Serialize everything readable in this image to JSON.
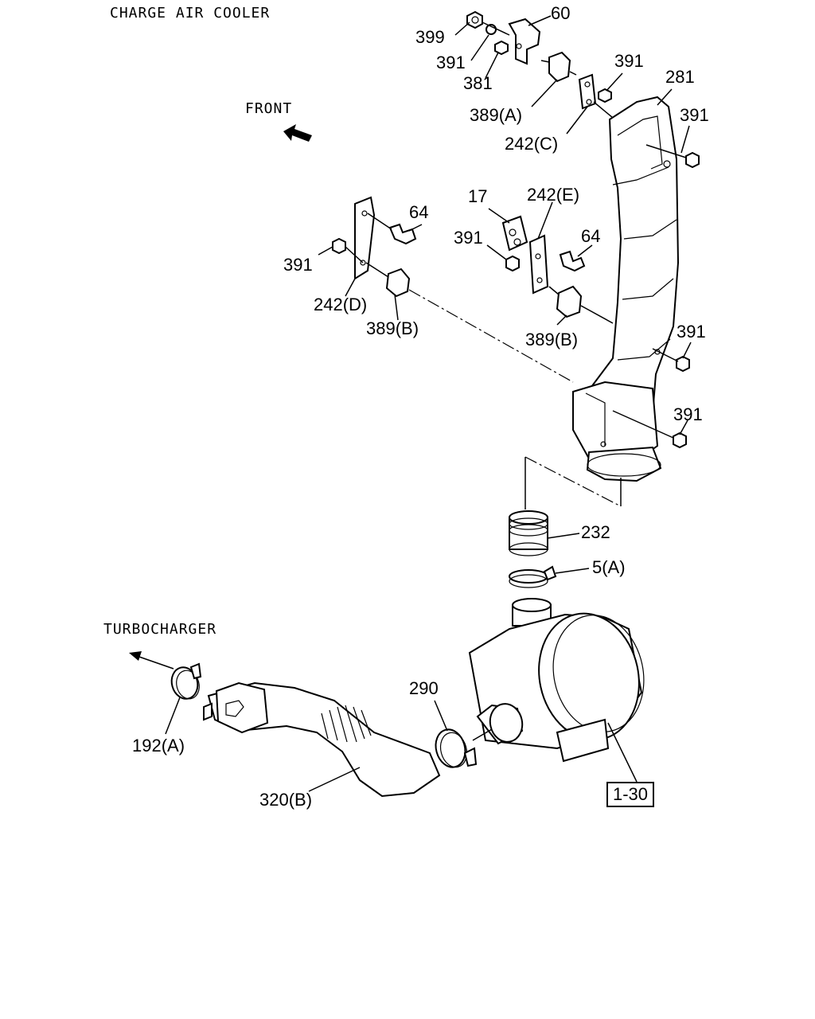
{
  "diagram": {
    "title": "CHARGE AIR COOLER",
    "direction_labels": {
      "front": "FRONT",
      "turbocharger": "TURBOCHARGER"
    },
    "reference_box": "1-30",
    "callouts": {
      "c399": "399",
      "c60": "60",
      "c391_a": "391",
      "c381": "381",
      "c389a": "389(A)",
      "c391_b": "391",
      "c242c": "242(C)",
      "c281": "281",
      "c391_c": "391",
      "c17": "17",
      "c242e": "242(E)",
      "c64_a": "64",
      "c391_d": "391",
      "c64_b": "64",
      "c391_e": "391",
      "c242d": "242(D)",
      "c389b_a": "389(B)",
      "c389b_b": "389(B)",
      "c391_f": "391",
      "c391_g": "391",
      "c232": "232",
      "c5a": "5(A)",
      "c290": "290",
      "c192a": "192(A)",
      "c320b": "320(B)"
    }
  }
}
